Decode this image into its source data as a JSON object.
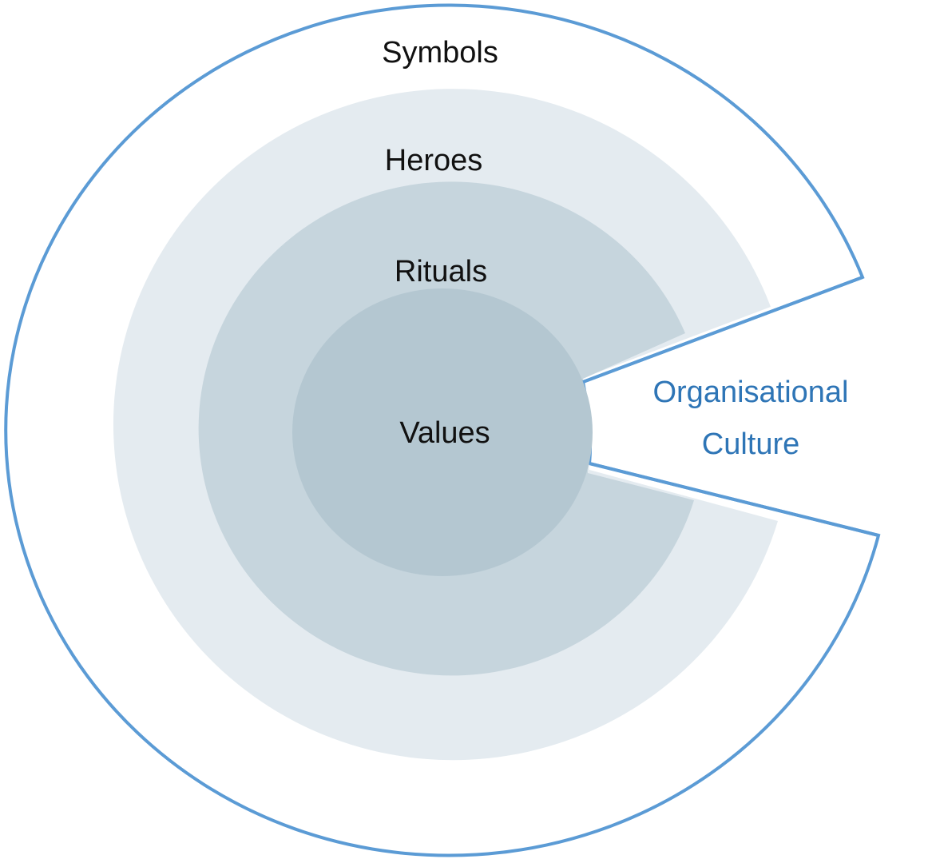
{
  "layers": [
    {
      "id": "symbols",
      "label": "Symbols",
      "fill": "#ffffff",
      "stroke": "#5b9bd5"
    },
    {
      "id": "heroes",
      "label": "Heroes",
      "fill": "#e4ebf0"
    },
    {
      "id": "rituals",
      "label": "Rituals",
      "fill": "#c6d5dd"
    },
    {
      "id": "values",
      "label": "Values",
      "fill": "#b4c7d1"
    }
  ],
  "caption": {
    "lines": [
      "Organisational",
      "Culture"
    ],
    "color": "#2e75b6"
  }
}
